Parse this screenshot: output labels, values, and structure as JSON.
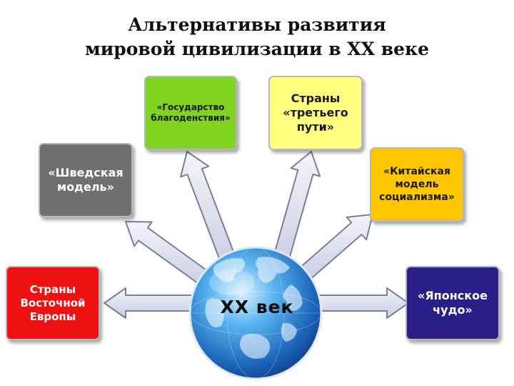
{
  "title": {
    "line1": "Альтернативы развития",
    "line2": "мировой цивилизации в XX веке"
  },
  "center": {
    "label": "XX  век"
  },
  "boxes": {
    "welfare_state": {
      "label": "«Государство\nблагоденствия»",
      "color": "#7fd321",
      "text_color": "#1a1a1a"
    },
    "third_way": {
      "label": "Страны\n«третьего\nпути»",
      "color": "#ffff80",
      "text_color": "#1a1a1a"
    },
    "swedish_model": {
      "label": "«Шведская\nмодель»",
      "color": "#6f6f6f",
      "text_color": "#ffffff"
    },
    "chinese_model": {
      "label": "«Китайская\nмодель\nсоциализма»",
      "color": "#ffc600",
      "text_color": "#1a1a1a"
    },
    "eastern_europe": {
      "label": "Страны\nВосточной\nЕвропы",
      "color": "#ee1111",
      "text_color": "#ffffff"
    },
    "japanese_miracle": {
      "label": "«Японское\nчудо»",
      "color": "#2a1f86",
      "text_color": "#ffffff"
    }
  },
  "colors": {
    "arrow_fill": "#dde0ee",
    "arrow_stroke": "#7a7f99",
    "globe": "#2f86dc"
  }
}
